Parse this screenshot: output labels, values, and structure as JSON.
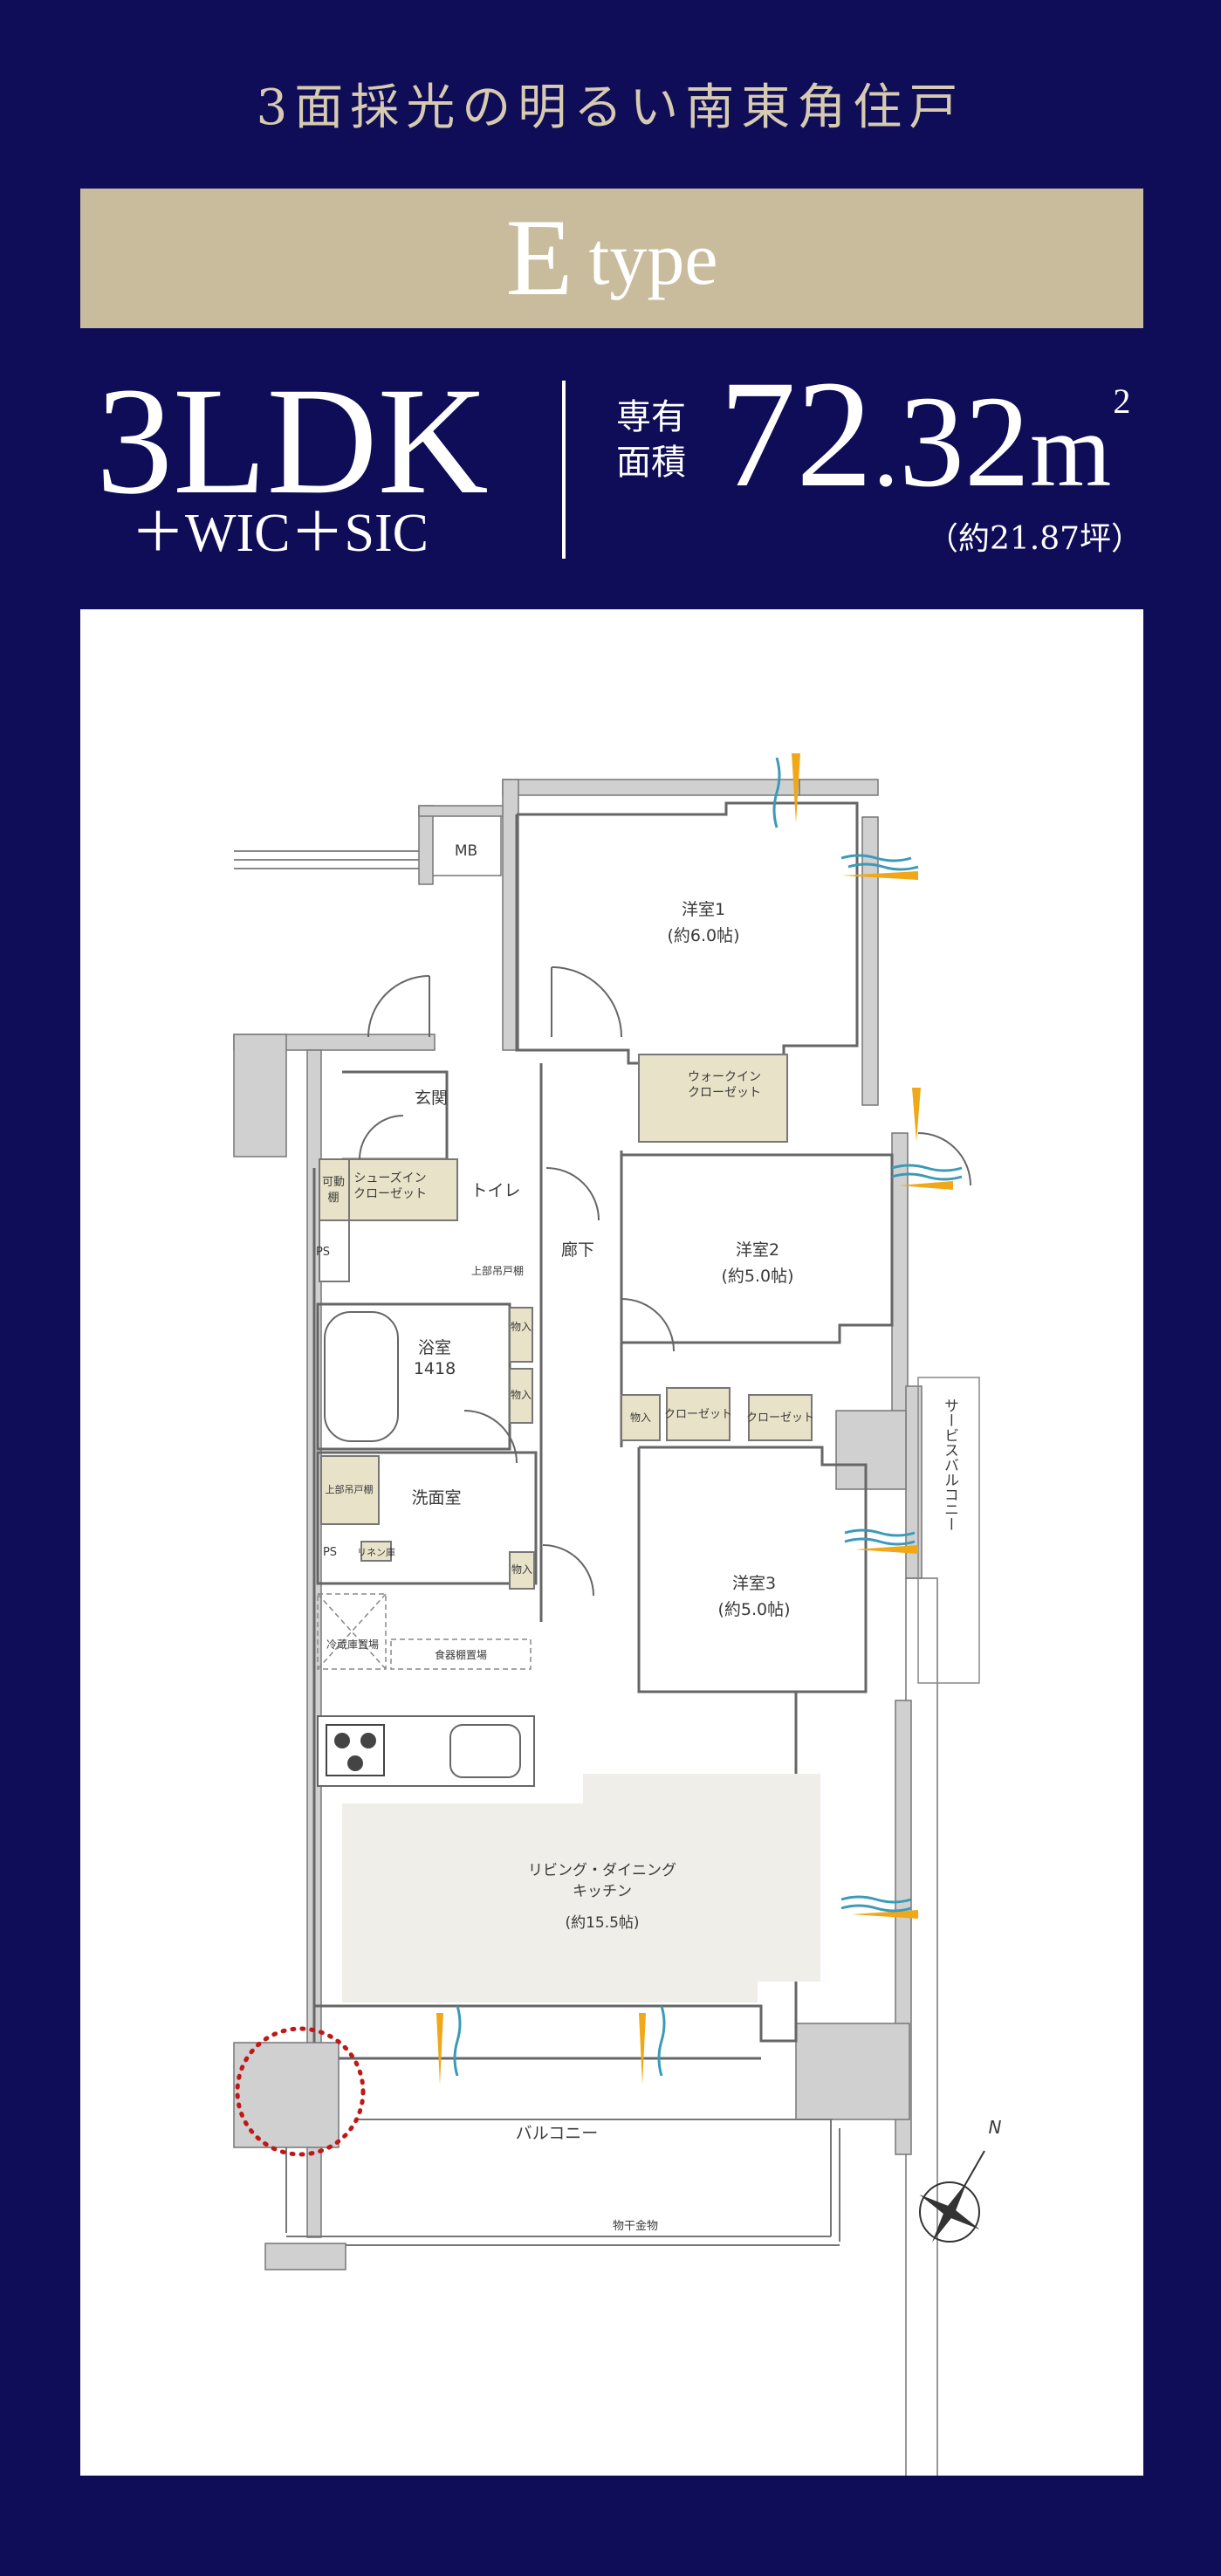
{
  "header": {
    "tagline": "3面採光の明るい南東角住戸",
    "type_big": "E",
    "type_small": "type"
  },
  "plan": {
    "name": "3LDK",
    "extra": "＋WIC＋SIC",
    "area_label_top": "専有",
    "area_label_bottom": "面積",
    "area_integer": "72",
    "area_decimal_point": ".",
    "area_decimal": "32",
    "area_unit": "m",
    "area_unit_sup": "2",
    "area_tsubo": "（約21.87坪）"
  },
  "floorplan": {
    "rooms": {
      "mb": "MB",
      "yoshitsu1": "洋室1",
      "yoshitsu1_size": "(約6.0帖)",
      "walkin": "ウォークイン",
      "walkin_closet": "クローゼット",
      "genkan": "玄関",
      "kado_dana1": "可動",
      "kado_dana2": "棚",
      "shoes_in": "シューズイン",
      "shoes_closet": "クローゼット",
      "toilet": "トイレ",
      "jobu_toda": "上部吊戸棚",
      "ps1": "PS",
      "roka": "廊下",
      "yoshitsu2": "洋室2",
      "yoshitsu2_size": "(約5.0帖)",
      "yokushitsu": "浴室",
      "yokushitsu_num": "1418",
      "monoire1": "物入",
      "monoire2": "物入",
      "monoire3": "物入",
      "monoire4": "物入",
      "closet1": "クローゼット",
      "closet2": "クローゼット",
      "senmenshitsu": "洗面室",
      "jobu_toda2": "上部吊戸棚",
      "linen": "リネン庫",
      "ps2": "PS",
      "reizoko": "冷蔵庫置場",
      "shokki": "食器棚置場",
      "yoshitsu3": "洋室3",
      "yoshitsu3_size": "(約5.0帖)",
      "service_balcony": "サービスバルコニー",
      "ldk1": "リビング・ダイニング",
      "ldk2": "キッチン",
      "ldk_size": "(約15.5帖)",
      "balcony": "バルコニー",
      "monohoshi": "物干金物",
      "north": "N"
    },
    "colors": {
      "wall": "#d0d0d0",
      "closet": "#e8e2c8",
      "ldk_floor": "#f0eee8",
      "sun": "#f0a818",
      "wind": "#3a9ab8",
      "dot_marker": "#c01818"
    }
  }
}
